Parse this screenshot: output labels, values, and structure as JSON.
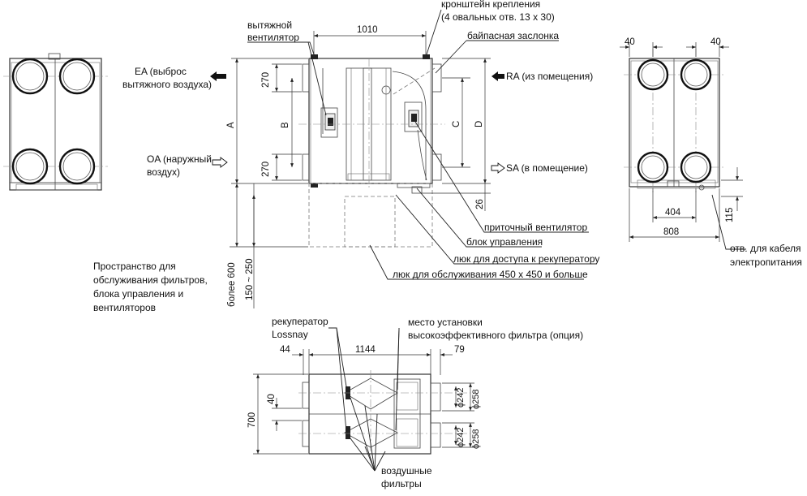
{
  "labels": {
    "bracket_l1": "кронштейн крепления",
    "bracket_l2": "(4 овальных отв. 13 x 30)",
    "bypass": "байпасная заслонка",
    "exhaust_fan_l1": "вытяжной",
    "exhaust_fan_l2": "вентилятор",
    "ea_l1": "EA (выброс",
    "ea_l2": "вытяжного воздуха)",
    "oa_l1": "OA (наружный",
    "oa_l2": "воздух)",
    "ra": "RA (из помещения)",
    "sa": "SA (в помещение)",
    "supply_fan": "приточный вентилятор",
    "control_box": "блок управления",
    "access_hatch": "люк для доступа к рекуператору",
    "service_hatch": "люк для  обслуживания 450 x 450 и больше",
    "space_l1": "Пространство для",
    "space_l2": "обслуживания фильтров,",
    "space_l3": "блока управления и",
    "space_l4": "вентиляторов",
    "recuperator_l1": "рекуператор",
    "recuperator_l2": "Lossnay",
    "hepa_l1": "место установки",
    "hepa_l2": "высокоэффективного фильтра (опция)",
    "filters_l1": "воздушные",
    "filters_l2": "фильтры",
    "cable_l1": "отв. для кабеля",
    "cable_l2": "электропитания"
  },
  "dimensions": {
    "d1010": "1010",
    "d270_top": "270",
    "d270_bot": "270",
    "dA": "A",
    "dB": "B",
    "dC": "C",
    "dD": "D",
    "d26": "26",
    "d600": "более 600",
    "d150": "150 ~ 250",
    "d40_l": "40",
    "d40_r": "40",
    "d404": "404",
    "d808": "808",
    "d115": "115",
    "d44": "44",
    "d1144": "1144",
    "d79": "79",
    "d700": "700",
    "d40_b": "40",
    "dphi242_1": "ϕ242",
    "dphi258_1": "ϕ258",
    "dphi242_2": "ϕ242",
    "dphi258_2": "ϕ258"
  },
  "colors": {
    "line": "#333333",
    "background": "#ffffff"
  }
}
